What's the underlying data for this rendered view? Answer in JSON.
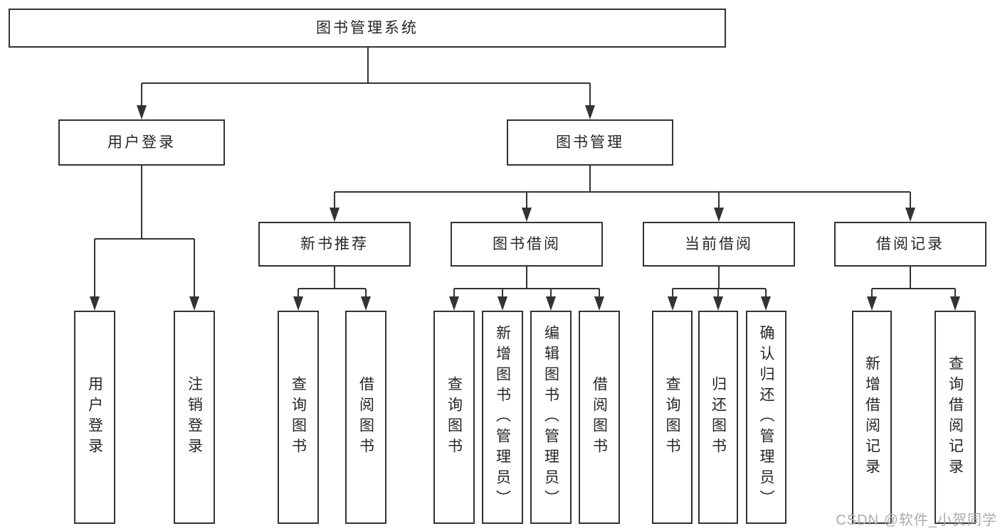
{
  "tree": {
    "label": "图书管理系统",
    "children": [
      {
        "label": "用户登录",
        "children": [
          {
            "label": "用户登录"
          },
          {
            "label": "注销登录"
          }
        ]
      },
      {
        "label": "图书管理",
        "children": [
          {
            "label": "新书推荐",
            "children": [
              {
                "label": "查询图书"
              },
              {
                "label": "借阅图书"
              }
            ]
          },
          {
            "label": "图书借阅",
            "children": [
              {
                "label": "查询图书"
              },
              {
                "label": "新增图书（管理员）"
              },
              {
                "label": "编辑图书（管理员）"
              },
              {
                "label": "借阅图书"
              }
            ]
          },
          {
            "label": "当前借阅",
            "children": [
              {
                "label": "查询图书"
              },
              {
                "label": "归还图书"
              },
              {
                "label": "确认归还（管理员）"
              }
            ]
          },
          {
            "label": "借阅记录",
            "children": [
              {
                "label": "新增借阅记录"
              },
              {
                "label": "查询借阅记录"
              }
            ]
          }
        ]
      }
    ]
  },
  "watermark": {
    "text": "CSDN @软件_小贺同学"
  },
  "colors": {
    "line": "#333333",
    "box_border": "#333333",
    "text": "#262626",
    "watermark": "#ababab",
    "background": "#ffffff"
  }
}
